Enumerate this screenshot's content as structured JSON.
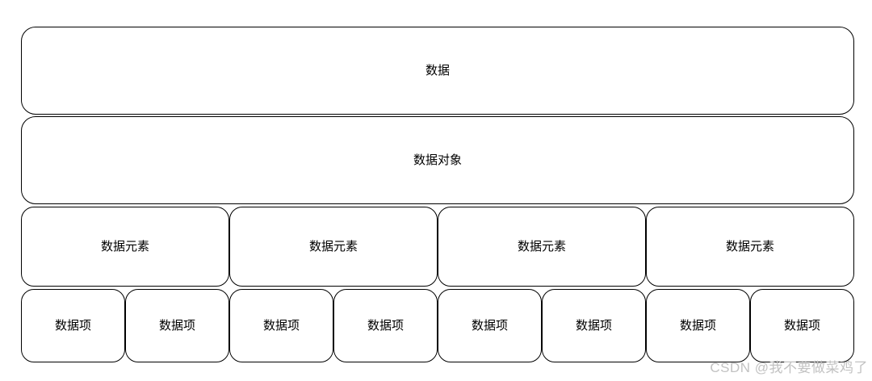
{
  "diagram": {
    "title": "data-structure-hierarchy",
    "level1": {
      "label": "数据"
    },
    "level2": {
      "label": "数据对象"
    },
    "level3": {
      "items": [
        {
          "label": "数据元素"
        },
        {
          "label": "数据元素"
        },
        {
          "label": "数据元素"
        },
        {
          "label": "数据元素"
        }
      ]
    },
    "level4": {
      "items": [
        {
          "label": "数据项"
        },
        {
          "label": "数据项"
        },
        {
          "label": "数据项"
        },
        {
          "label": "数据项"
        },
        {
          "label": "数据项"
        },
        {
          "label": "数据项"
        },
        {
          "label": "数据项"
        },
        {
          "label": "数据项"
        }
      ]
    },
    "colors": {
      "border": "#000000",
      "background": "#ffffff",
      "text": "#000000"
    }
  },
  "watermark": {
    "text": "CSDN @我不要做菜鸡了",
    "color": "#c2c2c2"
  }
}
